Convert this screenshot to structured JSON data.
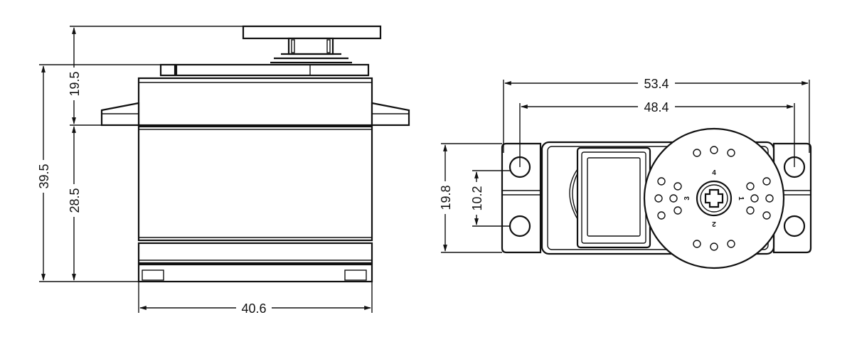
{
  "side_view": {
    "overall_height": "39.5",
    "top_height": "19.5",
    "body_height": "28.5",
    "width": "40.6"
  },
  "front_view": {
    "overall_length": "53.4",
    "mount_hole_spacing": "48.4",
    "body_height": "19.8",
    "hole_vertical_spacing": "10.2",
    "horn_labels": [
      "1",
      "2",
      "3",
      "4"
    ]
  }
}
